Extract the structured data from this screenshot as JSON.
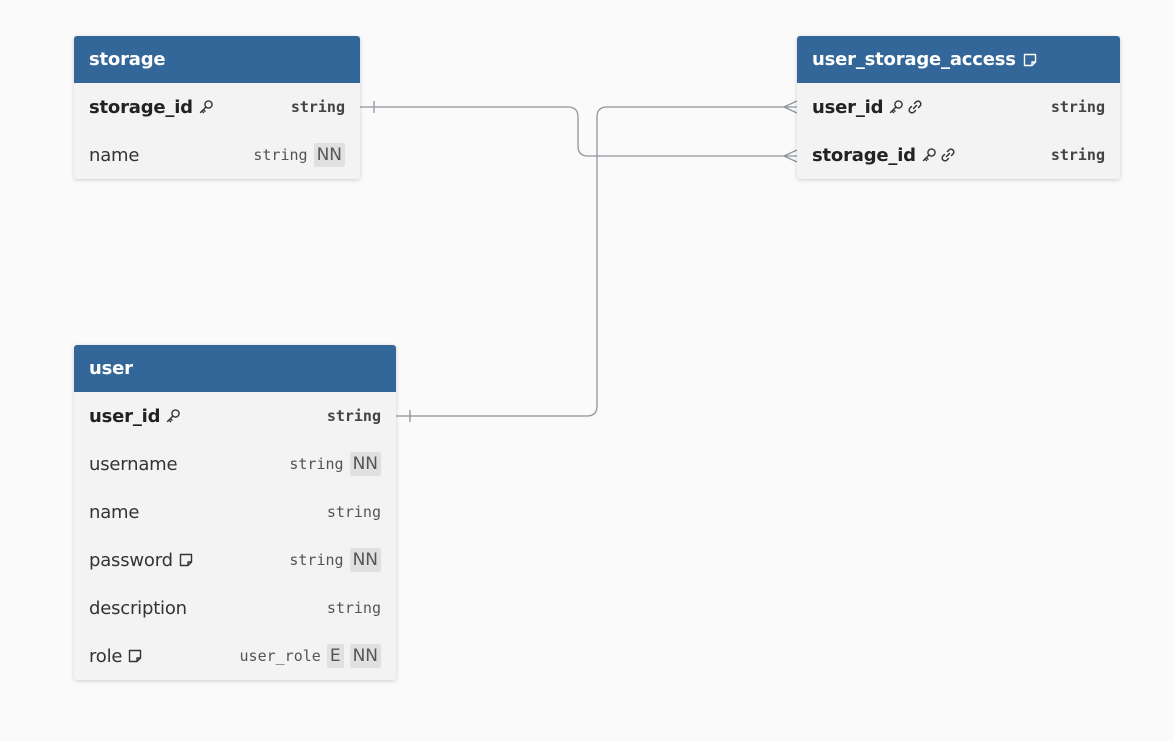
{
  "tables": {
    "storage": {
      "title": "storage",
      "columns": [
        {
          "name": "storage_id",
          "type": "string",
          "pk": true
        },
        {
          "name": "name",
          "type": "string",
          "badges": [
            "NN"
          ]
        }
      ]
    },
    "user_storage_access": {
      "title": "user_storage_access",
      "has_note": true,
      "columns": [
        {
          "name": "user_id",
          "type": "string",
          "pk": true,
          "fk": true
        },
        {
          "name": "storage_id",
          "type": "string",
          "pk": true,
          "fk": true
        }
      ]
    },
    "user": {
      "title": "user",
      "columns": [
        {
          "name": "user_id",
          "type": "string",
          "pk": true
        },
        {
          "name": "username",
          "type": "string",
          "badges": [
            "NN"
          ]
        },
        {
          "name": "name",
          "type": "string"
        },
        {
          "name": "password",
          "type": "string",
          "note": true,
          "badges": [
            "NN"
          ]
        },
        {
          "name": "description",
          "type": "string"
        },
        {
          "name": "role",
          "type": "user_role",
          "note": true,
          "badges": [
            "E",
            "NN"
          ]
        }
      ]
    }
  },
  "relations": [
    {
      "from": "storage.storage_id",
      "to": "user_storage_access.storage_id",
      "from_card": "one",
      "to_card": "many"
    },
    {
      "from": "user.user_id",
      "to": "user_storage_access.user_id",
      "from_card": "one",
      "to_card": "many"
    }
  ],
  "colors": {
    "header": "#336699",
    "body": "#f3f3f3",
    "line": "#8f959c",
    "background": "#fafafa"
  }
}
